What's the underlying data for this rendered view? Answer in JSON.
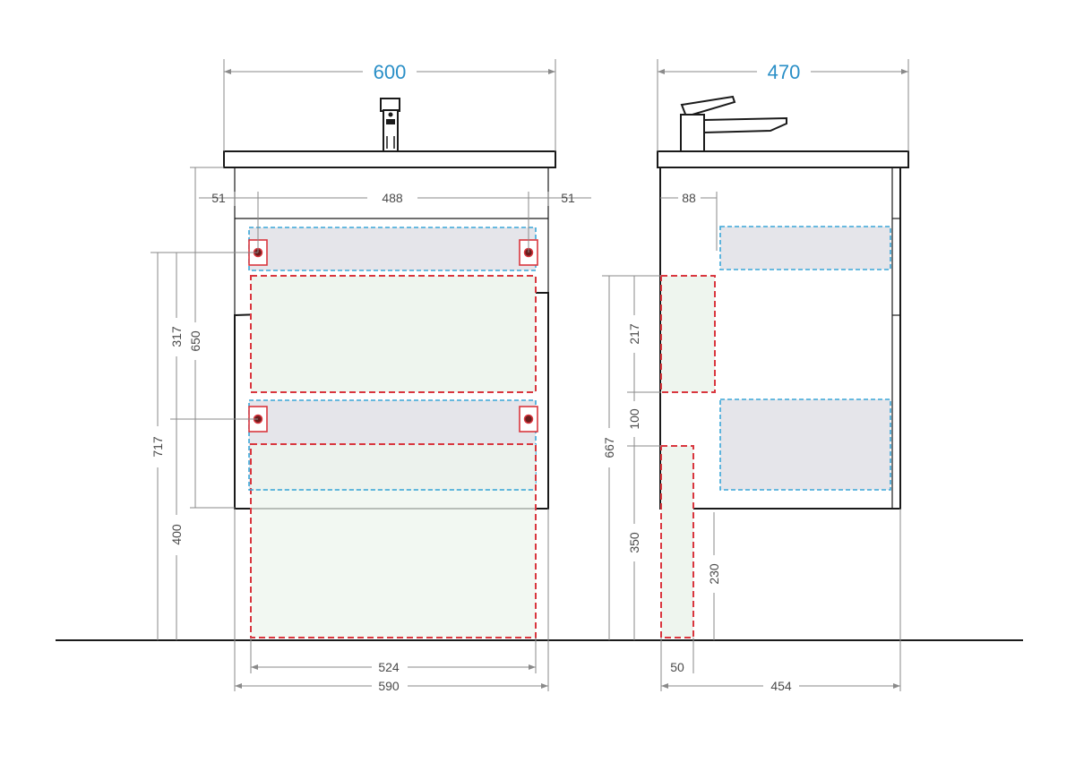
{
  "front_view": {
    "overall_width": "600",
    "hole_spacing": "488",
    "left_margin": "51",
    "right_margin": "51",
    "height_317": "317",
    "height_650": "650",
    "height_717": "717",
    "height_400": "400",
    "inner_width": "524",
    "body_width": "590"
  },
  "side_view": {
    "overall_depth": "470",
    "back_offset": "88",
    "height_217": "217",
    "height_100": "100",
    "height_667": "667",
    "height_350": "350",
    "height_230": "230",
    "pipe_width": "50",
    "body_depth": "454"
  },
  "colors": {
    "main_dim": "#2a8fc7",
    "dim_text": "#4a4a4a",
    "red_zone": "#d9363e",
    "blue_zone": "#3aa6d8"
  }
}
